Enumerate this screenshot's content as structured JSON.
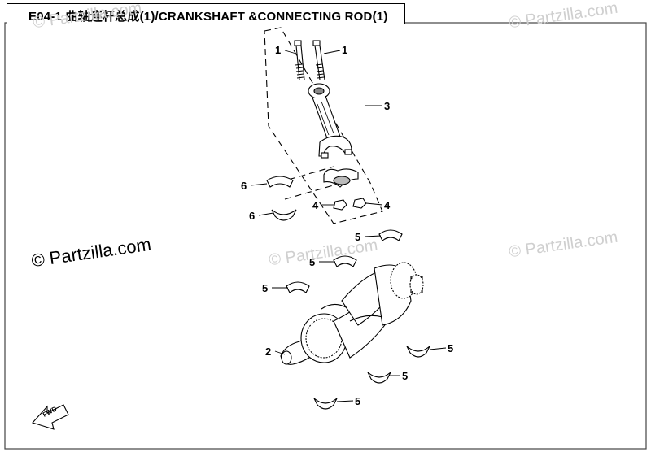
{
  "title": "E04-1 曲轴连杆总成(1)/CRANKSHAFT &CONNECTING ROD(1)",
  "watermark": "© Partzilla.com",
  "callouts": {
    "bolt_left": "1",
    "bolt_right": "1",
    "crankshaft": "2",
    "connecting_rod": "3",
    "nut_left": "4",
    "nut_right": "4",
    "bearing_a": "5",
    "bearing_b": "5",
    "bearing_c": "5",
    "bearing_d": "5",
    "bearing_e": "5",
    "bearing_f": "5",
    "rod_bearing_top": "6",
    "rod_bearing_bottom": "6"
  },
  "fwd_label": "FWD",
  "colors": {
    "line": "#000000",
    "watermark": "#cfcfcf",
    "frame": "#444444"
  }
}
